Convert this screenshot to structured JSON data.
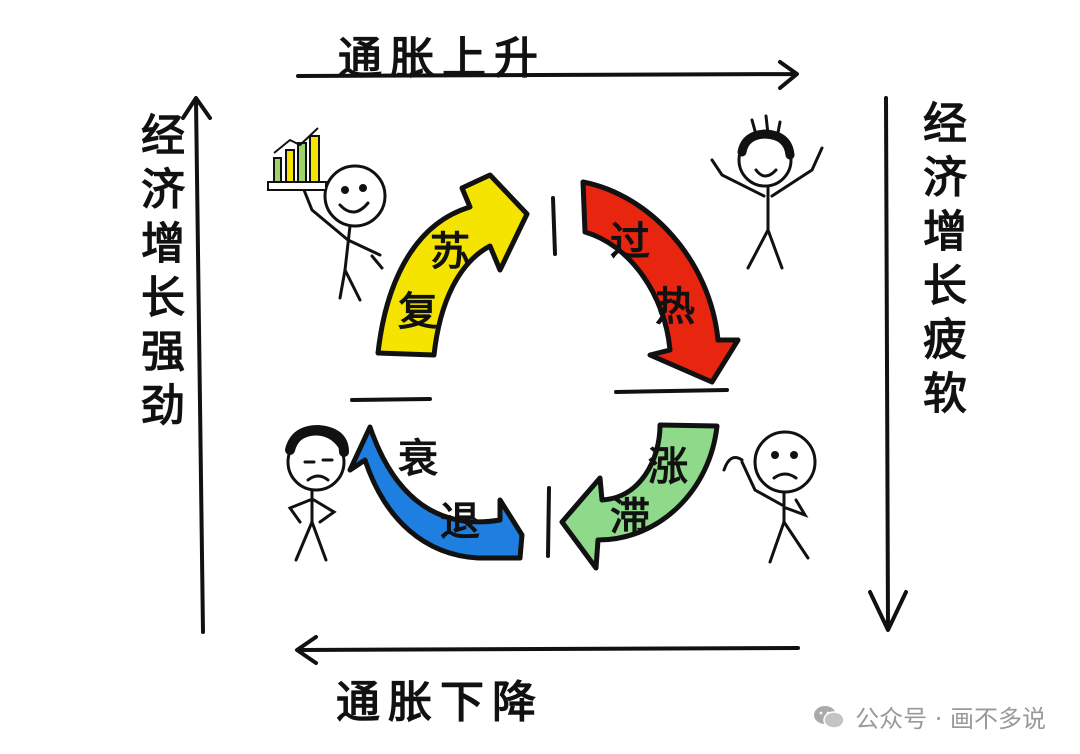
{
  "axes": {
    "top": "通胀上升",
    "bottom": "通胀下降",
    "left": "经济增长强劲",
    "right": "经济增长疲软"
  },
  "phases": {
    "recovery": "苏复",
    "overheat": "过热",
    "stagflation": "滞涨",
    "recession": "衰退"
  },
  "colors": {
    "recovery": "#f5e400",
    "overheat": "#e8250f",
    "stagflation": "#8ed98a",
    "recession": "#1e7fe0"
  },
  "watermark": {
    "text": "公众号 · 画不多说",
    "icon": "wechat-icon"
  }
}
